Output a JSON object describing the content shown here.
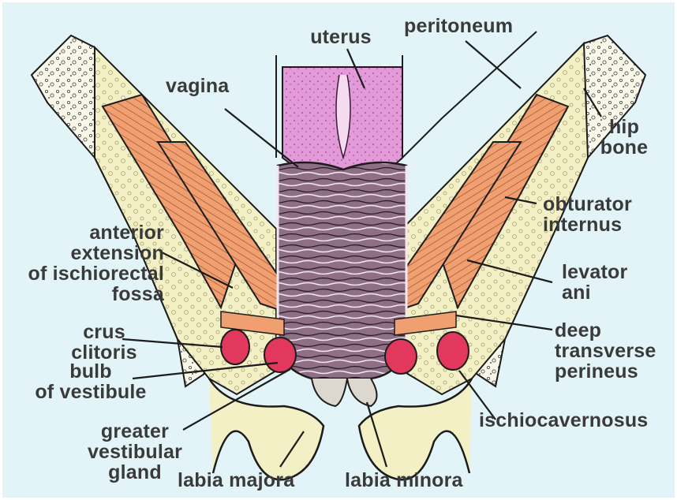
{
  "diagram": {
    "colors": {
      "background": "#e3f4f8",
      "fat": "#f2f0c4",
      "muscle": "#f0a070",
      "vagina": "#8e6f86",
      "uterus": "#e29ad8",
      "erectile": "#e2385e",
      "bone": "#f8f7e8",
      "outline": "#1c1c1c",
      "label_text": "#3a3a3a"
    },
    "labels": {
      "uterus": "uterus",
      "peritoneum": "peritoneum",
      "vagina": "vagina",
      "hip_bone": [
        "hip",
        "bone"
      ],
      "obturator_internus": [
        "obturator",
        "internus"
      ],
      "anterior_extension": [
        "anterior",
        "extension",
        "of ischiorectal",
        "fossa"
      ],
      "levator_ani": [
        "levator",
        "ani"
      ],
      "crus_clitoris": [
        "crus",
        "clitoris"
      ],
      "deep_transverse_perineus": [
        "deep",
        "transverse",
        "perineus"
      ],
      "bulb_of_vestibule": [
        "bulb",
        "of vestibule"
      ],
      "greater_vestibular_gland": [
        "greater",
        "vestibular",
        "gland"
      ],
      "ischiocavernosus": "ischiocavernosus",
      "labia_majora": "labia majora",
      "labia_minora": "labia minora"
    }
  }
}
